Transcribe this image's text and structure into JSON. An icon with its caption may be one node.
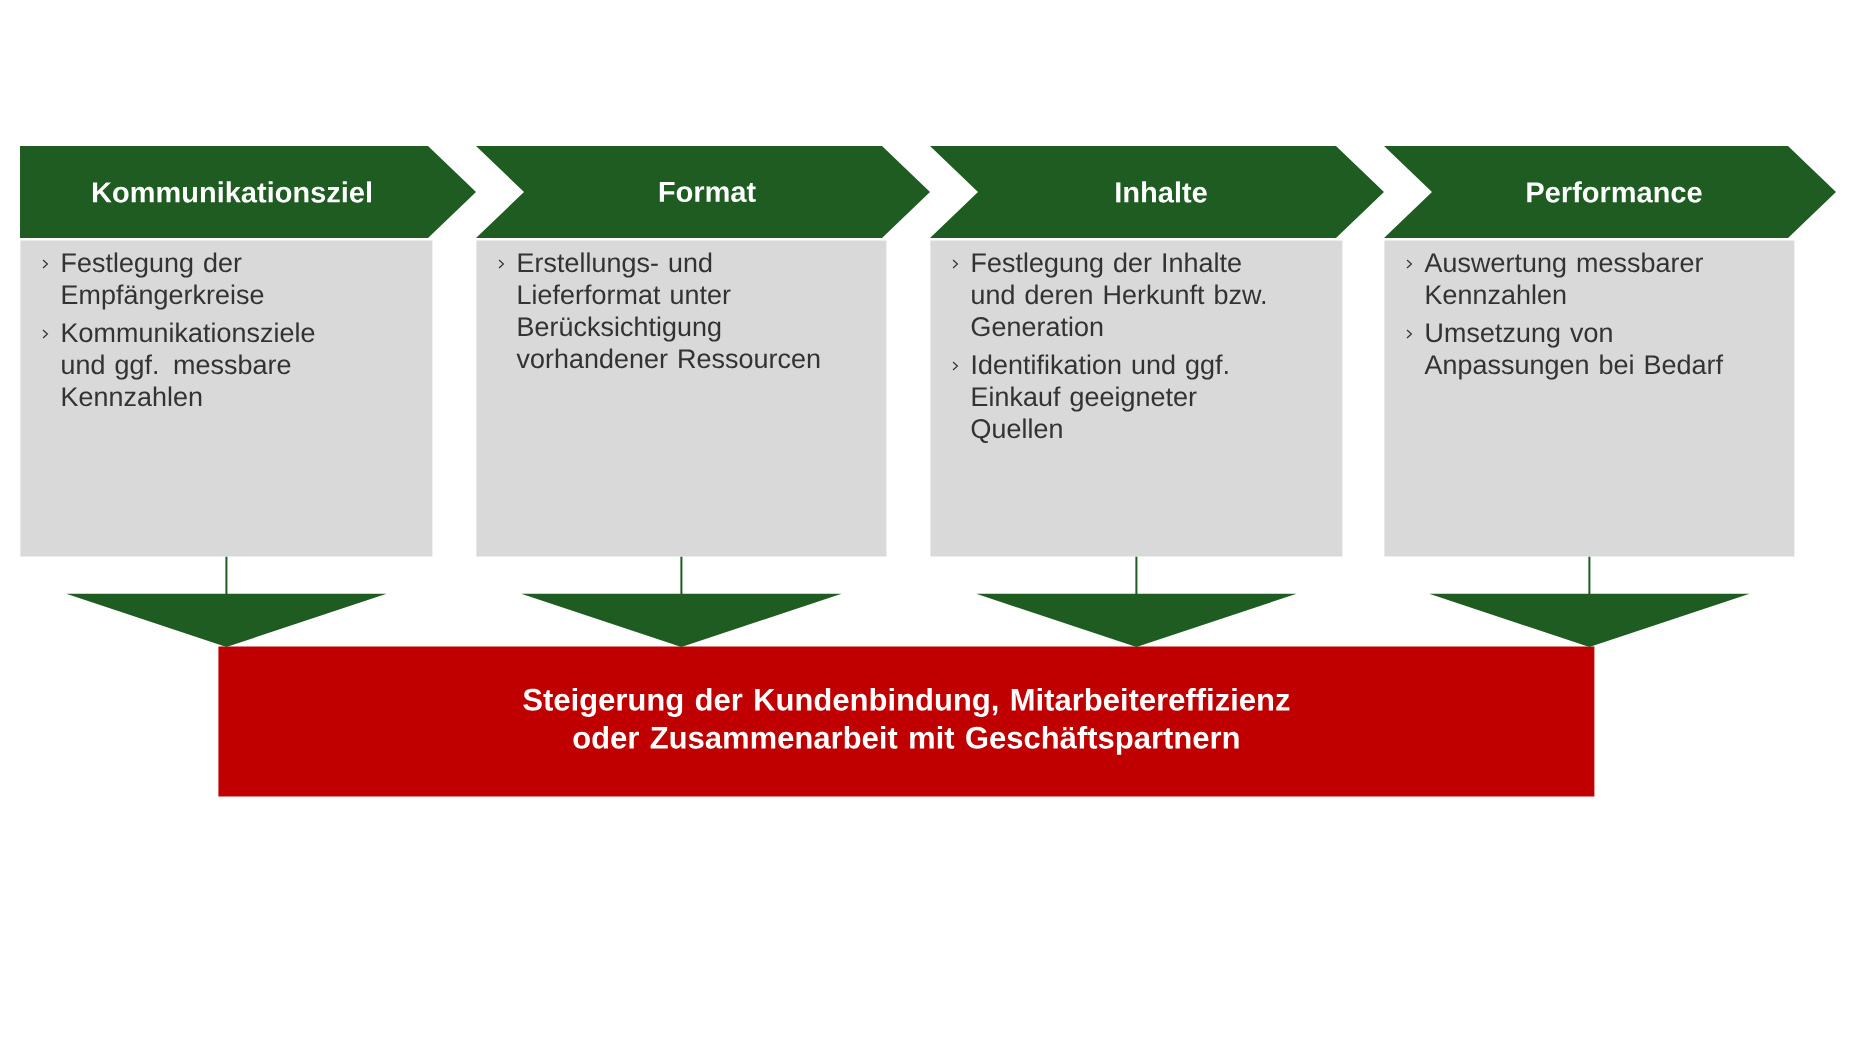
{
  "diagram": {
    "nodes": [
      {
        "text": [
          "Kommunikationsziel"
        ]
      },
      {
        "text": [
          "Format"
        ]
      },
      {
        "text": [
          "Inhalte"
        ]
      },
      {
        "text": [
          "Performance"
        ]
      },
      {
        "text": [
          "Festlegung der Empfängerkreise",
          "Kommunikationsziele und ggf. messbare Kennzahlen"
        ]
      },
      {
        "text": [
          "Erstellungs- und Lieferformat unter Berücksichtigung vorhandener Ressourcen"
        ]
      },
      {
        "text": [
          "Festlegung der Inhalte und deren Herkunft bzw. Generation",
          "Identifikation und ggf. Einkauf geeigneter Quellen"
        ]
      },
      {
        "text": [
          "Auswertung messbarer Kennzahlen",
          "Umsetzung von Anpassungen bei Bedarf"
        ]
      },
      {
        "text": [
          "Steigerung der Kundenbindung, Mitarbeitereffizienz oder Zusammenarbeit mit Geschäftspartnern"
        ]
      }
    ],
    "edges": [
      {
        "from": 4,
        "to": 8,
        "arrow": "to"
      },
      {
        "from": 5,
        "to": 8,
        "arrow": "to"
      },
      {
        "from": 6,
        "to": 8,
        "arrow": "to"
      },
      {
        "from": 7,
        "to": 8,
        "arrow": "to"
      }
    ]
  }
}
